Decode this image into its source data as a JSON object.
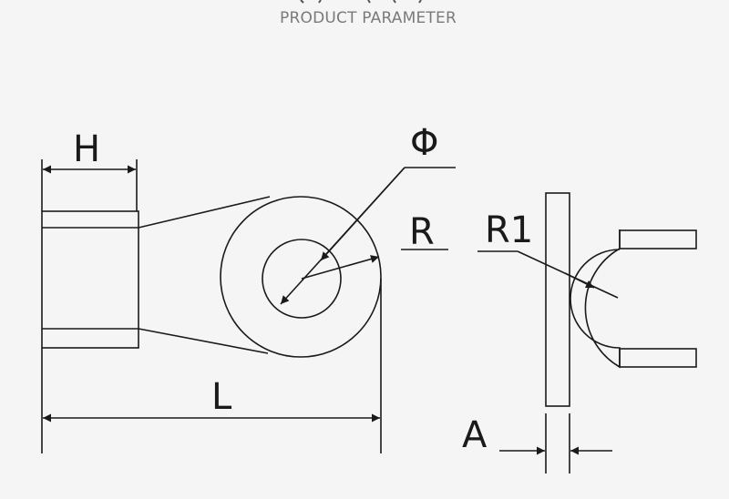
{
  "header": {
    "subtitle": "PRODUCT PARAMETER"
  },
  "labels": {
    "H": "H",
    "phi": "Φ",
    "R": "R",
    "R1": "R1",
    "L": "L",
    "A": "A"
  },
  "colors": {
    "background": "#f5f5f5",
    "stroke": "#1a1a1a",
    "subtitle": "#7a7a7a"
  }
}
